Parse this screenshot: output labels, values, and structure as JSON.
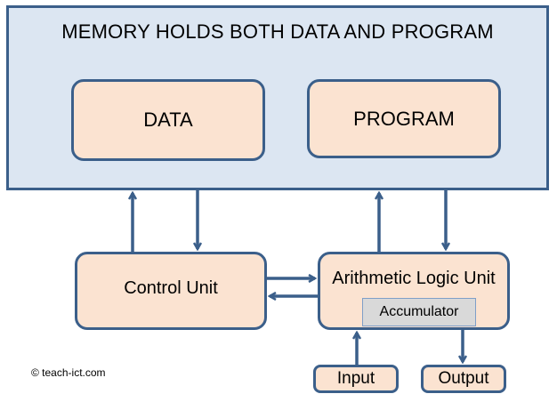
{
  "memory": {
    "title": "MEMORY HOLDS BOTH DATA AND PROGRAM"
  },
  "data_box": {
    "label": "DATA"
  },
  "program_box": {
    "label": "PROGRAM"
  },
  "control_unit": {
    "label": "Control Unit"
  },
  "alu": {
    "label": "Arithmetic Logic Unit",
    "accumulator": "Accumulator"
  },
  "input": {
    "label": "Input"
  },
  "output": {
    "label": "Output"
  },
  "copyright": "© teach-ict.com",
  "colors": {
    "memory_fill": "#dce6f2",
    "box_fill": "#fbe3d1",
    "border": "#3b5f8a",
    "accumulator_fill": "#d9d9d9"
  }
}
